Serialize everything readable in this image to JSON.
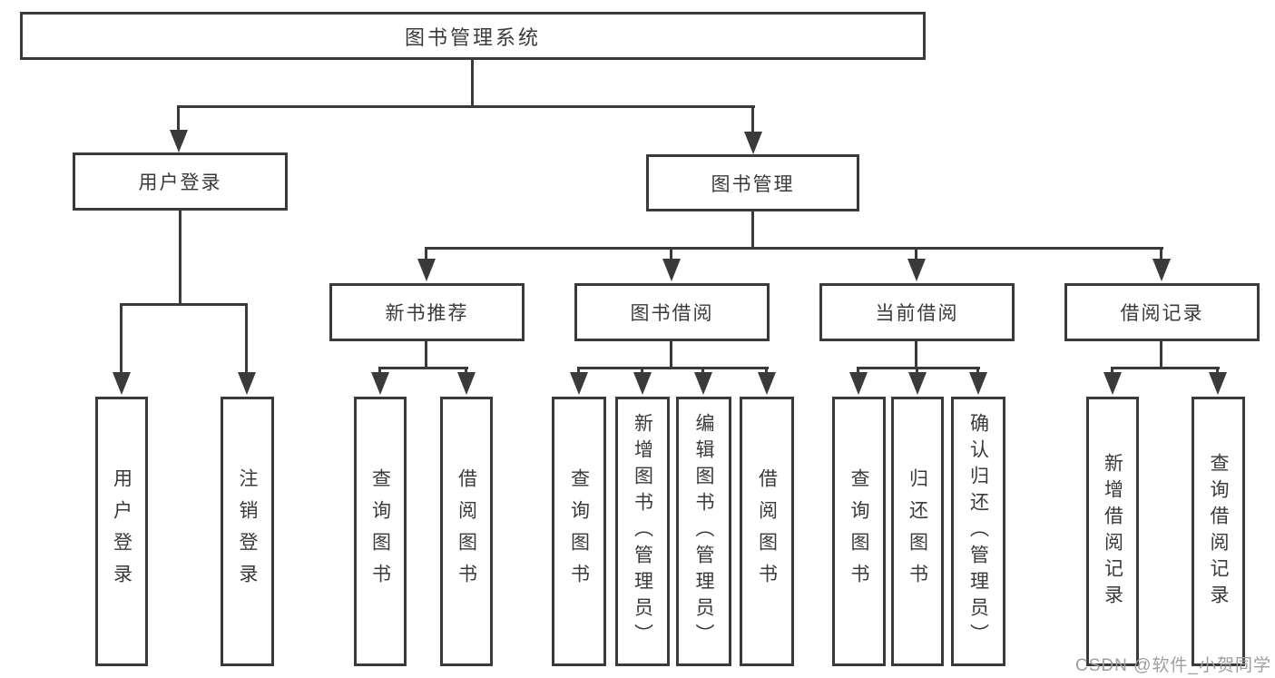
{
  "colors": {
    "line": "#3a3a3a",
    "text": "#3a3a3a",
    "box_background": "#ffffff",
    "page_background": "#ffffff",
    "watermark": "#9e9e9e"
  },
  "root": {
    "label": "图书管理系统"
  },
  "branches": {
    "user_login": {
      "label": "用户登录",
      "children": {
        "login": "用户登录",
        "logout": "注销登录"
      }
    },
    "book_mgmt": {
      "label": "图书管理"
    }
  },
  "sections": {
    "new_books": {
      "label": "新书推荐",
      "children": {
        "query": "查询图书",
        "borrow": "借阅图书"
      }
    },
    "book_borrow": {
      "label": "图书借阅",
      "children": {
        "query": "查询图书",
        "add": "新增图书（管理员）",
        "edit": "编辑图书（管理员）",
        "borrow": "借阅图书"
      }
    },
    "current_borrow": {
      "label": "当前借阅",
      "children": {
        "query": "查询图书",
        "return": "归还图书",
        "confirm": "确认归还（管理员）"
      }
    },
    "borrow_records": {
      "label": "借阅记录",
      "children": {
        "add": "新增借阅记录",
        "query": "查询借阅记录"
      }
    }
  },
  "watermark": "CSDN @软件_小贺同学"
}
